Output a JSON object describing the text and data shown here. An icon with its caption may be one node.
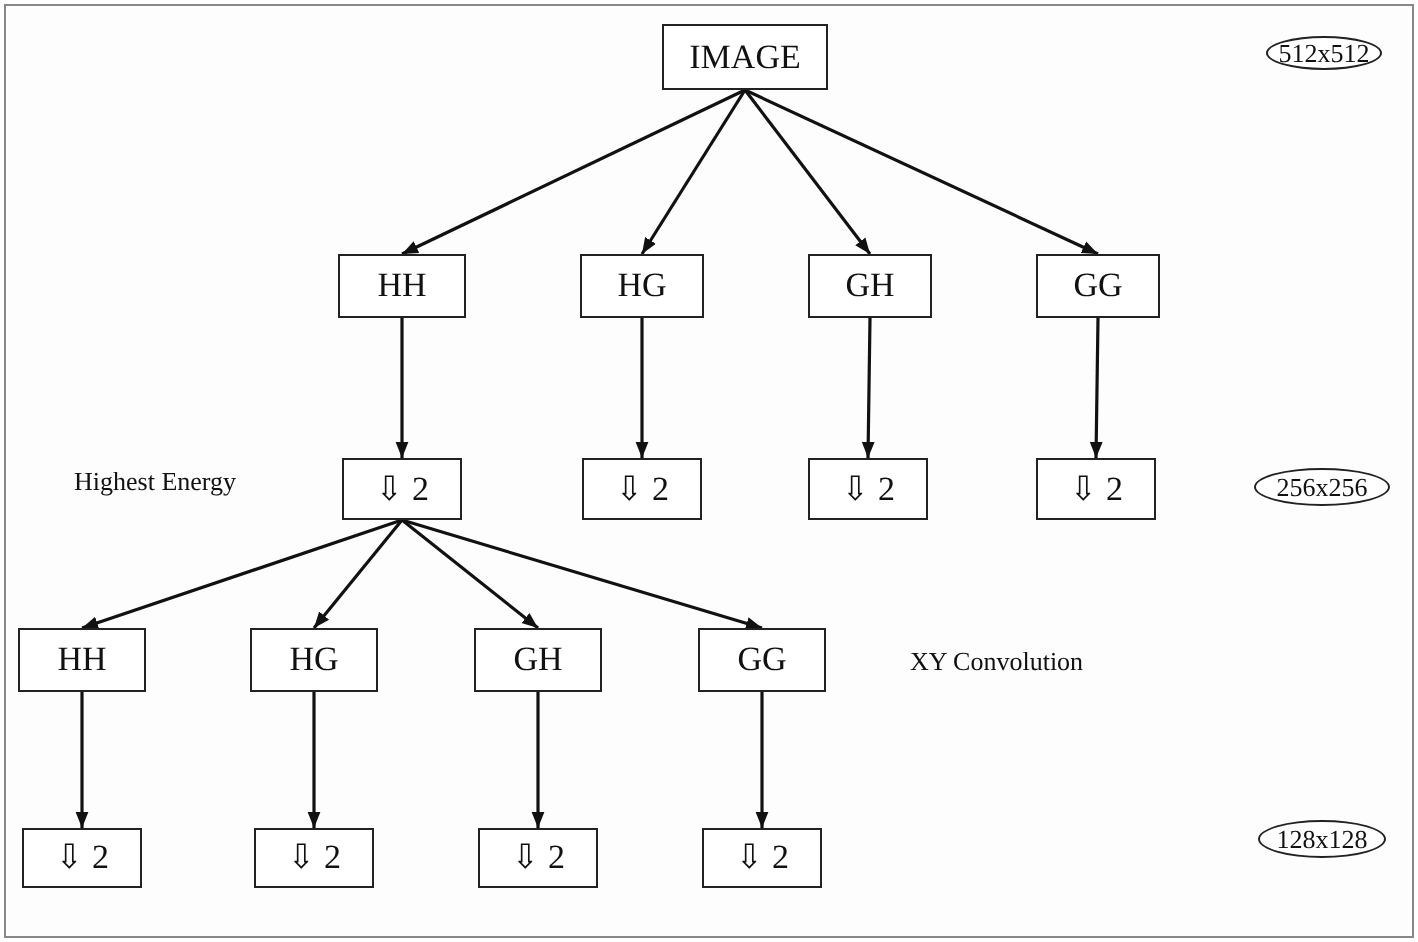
{
  "diagram": {
    "nodes": [
      {
        "text": [
          "IMAGE"
        ]
      },
      {
        "text": [
          "HH"
        ]
      },
      {
        "text": [
          "HG"
        ]
      },
      {
        "text": [
          "GH"
        ]
      },
      {
        "text": [
          "GG"
        ]
      },
      {
        "text": [
          "⇩ 2"
        ]
      },
      {
        "text": [
          "⇩ 2"
        ]
      },
      {
        "text": [
          "⇩ 2"
        ]
      },
      {
        "text": [
          "⇩ 2"
        ]
      },
      {
        "text": [
          "HH"
        ]
      },
      {
        "text": [
          "HG"
        ]
      },
      {
        "text": [
          "GH"
        ]
      },
      {
        "text": [
          "GG"
        ]
      },
      {
        "text": [
          "⇩ 2"
        ]
      },
      {
        "text": [
          "⇩ 2"
        ]
      },
      {
        "text": [
          "⇩ 2"
        ]
      },
      {
        "text": [
          "⇩ 2"
        ]
      },
      {
        "text": [
          "512x512"
        ]
      },
      {
        "text": [
          "256x256"
        ]
      },
      {
        "text": [
          "128x128"
        ]
      }
    ],
    "edges": [
      {
        "from": 0,
        "to": 1,
        "arrow": "to"
      },
      {
        "from": 0,
        "to": 2,
        "arrow": "to"
      },
      {
        "from": 0,
        "to": 3,
        "arrow": "to"
      },
      {
        "from": 0,
        "to": 4,
        "arrow": "to"
      },
      {
        "from": 1,
        "to": 5,
        "arrow": "to"
      },
      {
        "from": 2,
        "to": 6,
        "arrow": "to"
      },
      {
        "from": 3,
        "to": 7,
        "arrow": "to"
      },
      {
        "from": 4,
        "to": 8,
        "arrow": "to"
      },
      {
        "from": 5,
        "to": 9,
        "arrow": "to"
      },
      {
        "from": 5,
        "to": 10,
        "arrow": "to"
      },
      {
        "from": 5,
        "to": 11,
        "arrow": "to"
      },
      {
        "from": 5,
        "to": 12,
        "arrow": "to"
      },
      {
        "from": 9,
        "to": 13,
        "arrow": "to"
      },
      {
        "from": 10,
        "to": 14,
        "arrow": "to"
      },
      {
        "from": 11,
        "to": 15,
        "arrow": "to"
      },
      {
        "from": 12,
        "to": 16,
        "arrow": "to"
      }
    ],
    "labels": [
      "Highest Energy",
      "XY Convolution"
    ]
  }
}
